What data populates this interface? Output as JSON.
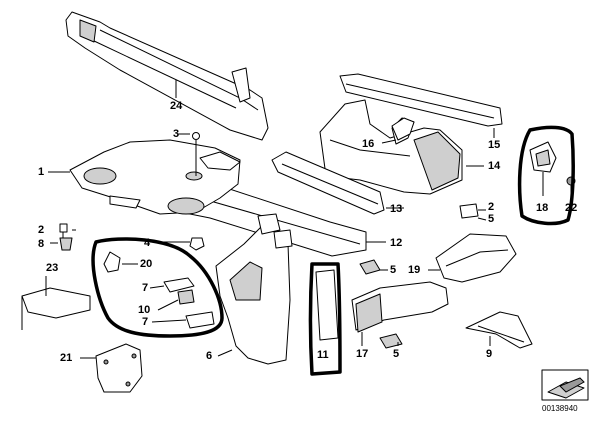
{
  "callouts": [
    {
      "id": "c1",
      "text": "1"
    },
    {
      "id": "c2",
      "text": "2"
    },
    {
      "id": "c2b",
      "text": "2"
    },
    {
      "id": "c3",
      "text": "3"
    },
    {
      "id": "c4",
      "text": "4"
    },
    {
      "id": "c5a",
      "text": "5"
    },
    {
      "id": "c5b",
      "text": "5"
    },
    {
      "id": "c5c",
      "text": "5"
    },
    {
      "id": "c6",
      "text": "6"
    },
    {
      "id": "c7a",
      "text": "7"
    },
    {
      "id": "c7b",
      "text": "7"
    },
    {
      "id": "c8",
      "text": "8"
    },
    {
      "id": "c9",
      "text": "9"
    },
    {
      "id": "c10",
      "text": "10"
    },
    {
      "id": "c11",
      "text": "11"
    },
    {
      "id": "c12",
      "text": "12"
    },
    {
      "id": "c13",
      "text": "13"
    },
    {
      "id": "c14",
      "text": "14"
    },
    {
      "id": "c15",
      "text": "15"
    },
    {
      "id": "c16",
      "text": "16"
    },
    {
      "id": "c17",
      "text": "17"
    },
    {
      "id": "c18",
      "text": "18"
    },
    {
      "id": "c19",
      "text": "19"
    },
    {
      "id": "c20",
      "text": "20"
    },
    {
      "id": "c21",
      "text": "21"
    },
    {
      "id": "c22",
      "text": "22"
    },
    {
      "id": "c23",
      "text": "23"
    },
    {
      "id": "c24",
      "text": "24"
    }
  ],
  "catalog_number": "00138940"
}
